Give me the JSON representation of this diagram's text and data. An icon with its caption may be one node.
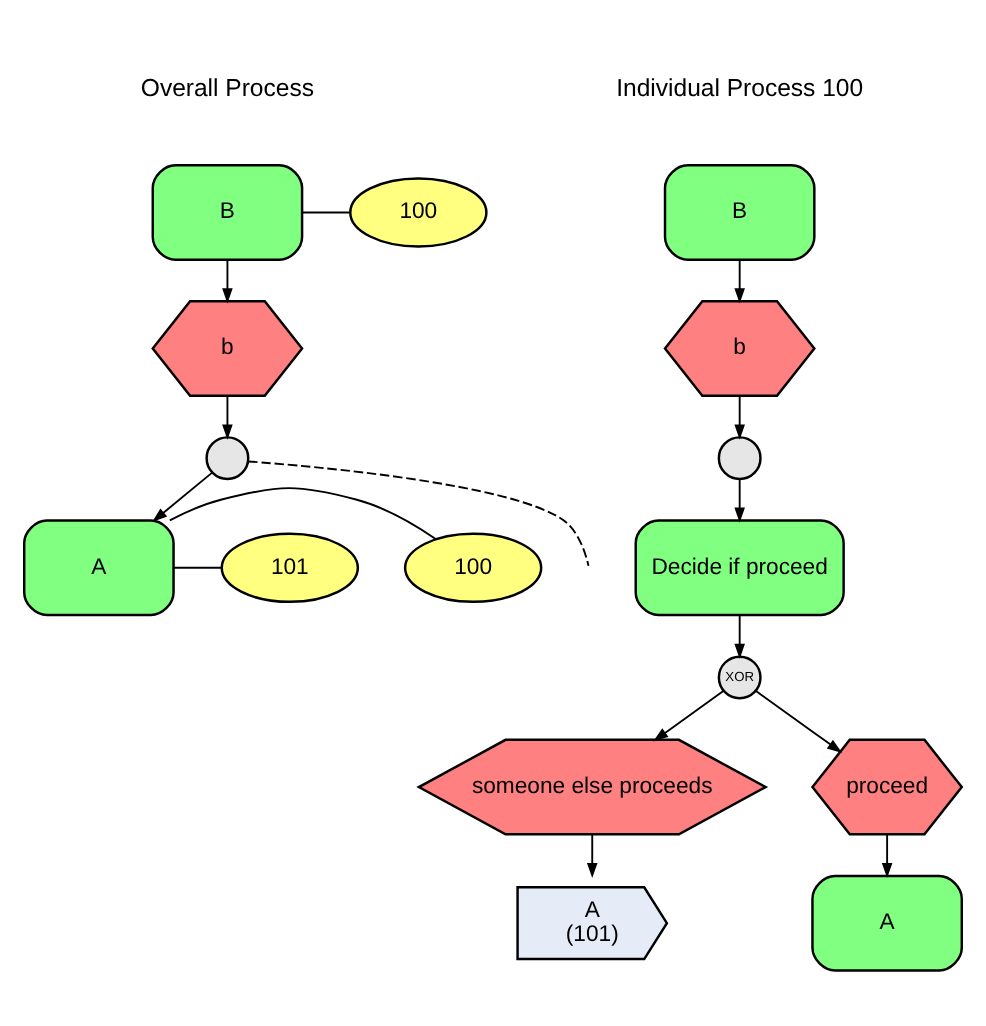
{
  "diagram": {
    "nodes": [
      {
        "text": [
          "B"
        ]
      },
      {
        "text": [
          "100"
        ]
      },
      {
        "text": [
          "b"
        ]
      },
      {
        "text": [],
        "shape": "circle"
      },
      {
        "text": [
          "A"
        ]
      },
      {
        "text": [
          "100"
        ]
      },
      {
        "text": [
          "101"
        ]
      },
      {
        "text": [
          "B"
        ]
      },
      {
        "text": [
          "b"
        ]
      },
      {
        "text": [],
        "shape": "circle"
      },
      {
        "text": [
          "Decide if proceed"
        ]
      },
      {
        "text": [
          "XOR"
        ]
      },
      {
        "text": [
          "someone else proceeds"
        ]
      },
      {
        "text": [
          "proceed"
        ]
      },
      {
        "text": [
          "A",
          "(101)"
        ]
      },
      {
        "text": [
          "A"
        ]
      }
    ],
    "edges": [
      {
        "from": 0,
        "to": 1,
        "arrow": "none"
      },
      {
        "from": 0,
        "to": 2,
        "arrow": "to"
      },
      {
        "from": 2,
        "to": 3,
        "arrow": "to"
      },
      {
        "from": 3,
        "to": null,
        "arrow": "none",
        "style": "dashed"
      },
      {
        "from": 3,
        "to": 4,
        "arrow": "to"
      },
      {
        "from": 4,
        "to": 5,
        "arrow": "none"
      },
      {
        "from": 4,
        "to": 6,
        "arrow": "none"
      },
      {
        "from": 7,
        "to": 8,
        "arrow": "to"
      },
      {
        "from": 8,
        "to": 9,
        "arrow": "to"
      },
      {
        "from": 9,
        "to": 10,
        "arrow": "to"
      },
      {
        "from": 10,
        "to": 11,
        "arrow": "to"
      },
      {
        "from": 11,
        "to": 12,
        "arrow": "to"
      },
      {
        "from": 11,
        "to": 13,
        "arrow": "to"
      },
      {
        "from": 12,
        "to": 14,
        "arrow": "to"
      },
      {
        "from": 13,
        "to": 15,
        "arrow": "to"
      }
    ],
    "labels": [
      "Overall Process",
      "Individual Process 100"
    ]
  }
}
